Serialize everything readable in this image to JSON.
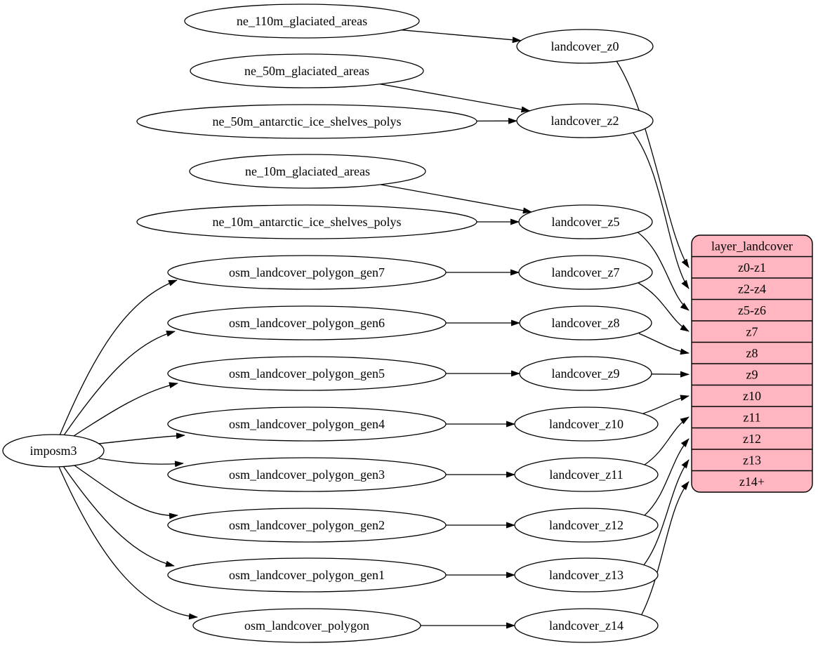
{
  "diagram": {
    "background_color": "#ffffff",
    "node_fill_color": "#ffffff",
    "line_color": "#000000",
    "nodes": [
      {
        "label": "imposm3"
      },
      {
        "label": "ne_110m_glaciated_areas"
      },
      {
        "label": "ne_50m_glaciated_areas"
      },
      {
        "label": "ne_50m_antarctic_ice_shelves_polys"
      },
      {
        "label": "ne_10m_glaciated_areas"
      },
      {
        "label": "ne_10m_antarctic_ice_shelves_polys"
      },
      {
        "label": "osm_landcover_polygon_gen7"
      },
      {
        "label": "osm_landcover_polygon_gen6"
      },
      {
        "label": "osm_landcover_polygon_gen5"
      },
      {
        "label": "osm_landcover_polygon_gen4"
      },
      {
        "label": "osm_landcover_polygon_gen3"
      },
      {
        "label": "osm_landcover_polygon_gen2"
      },
      {
        "label": "osm_landcover_polygon_gen1"
      },
      {
        "label": "osm_landcover_polygon"
      },
      {
        "label": "landcover_z0"
      },
      {
        "label": "landcover_z2"
      },
      {
        "label": "landcover_z5"
      },
      {
        "label": "landcover_z7"
      },
      {
        "label": "landcover_z8"
      },
      {
        "label": "landcover_z9"
      },
      {
        "label": "landcover_z10"
      },
      {
        "label": "landcover_z11"
      },
      {
        "label": "landcover_z12"
      },
      {
        "label": "landcover_z13"
      },
      {
        "label": "landcover_z14"
      }
    ],
    "edges": [
      {
        "from": "ne_110m_glaciated_areas",
        "to": "landcover_z0"
      },
      {
        "from": "ne_50m_glaciated_areas",
        "to": "landcover_z2"
      },
      {
        "from": "ne_50m_antarctic_ice_shelves_polys",
        "to": "landcover_z2"
      },
      {
        "from": "ne_10m_glaciated_areas",
        "to": "landcover_z5"
      },
      {
        "from": "ne_10m_antarctic_ice_shelves_polys",
        "to": "landcover_z5"
      },
      {
        "from": "imposm3",
        "to": "osm_landcover_polygon_gen7"
      },
      {
        "from": "imposm3",
        "to": "osm_landcover_polygon_gen6"
      },
      {
        "from": "imposm3",
        "to": "osm_landcover_polygon_gen5"
      },
      {
        "from": "imposm3",
        "to": "osm_landcover_polygon_gen4"
      },
      {
        "from": "imposm3",
        "to": "osm_landcover_polygon_gen3"
      },
      {
        "from": "imposm3",
        "to": "osm_landcover_polygon_gen2"
      },
      {
        "from": "imposm3",
        "to": "osm_landcover_polygon_gen1"
      },
      {
        "from": "imposm3",
        "to": "osm_landcover_polygon"
      },
      {
        "from": "osm_landcover_polygon_gen7",
        "to": "landcover_z7"
      },
      {
        "from": "osm_landcover_polygon_gen6",
        "to": "landcover_z8"
      },
      {
        "from": "osm_landcover_polygon_gen5",
        "to": "landcover_z9"
      },
      {
        "from": "osm_landcover_polygon_gen4",
        "to": "landcover_z10"
      },
      {
        "from": "osm_landcover_polygon_gen3",
        "to": "landcover_z11"
      },
      {
        "from": "osm_landcover_polygon_gen2",
        "to": "landcover_z12"
      },
      {
        "from": "osm_landcover_polygon_gen1",
        "to": "landcover_z13"
      },
      {
        "from": "osm_landcover_polygon",
        "to": "landcover_z14"
      },
      {
        "from": "landcover_z0",
        "to": "row:z0-z1"
      },
      {
        "from": "landcover_z2",
        "to": "row:z2-z4"
      },
      {
        "from": "landcover_z5",
        "to": "row:z5-z6"
      },
      {
        "from": "landcover_z7",
        "to": "row:z7"
      },
      {
        "from": "landcover_z8",
        "to": "row:z8"
      },
      {
        "from": "landcover_z9",
        "to": "row:z9"
      },
      {
        "from": "landcover_z10",
        "to": "row:z10"
      },
      {
        "from": "landcover_z11",
        "to": "row:z11"
      },
      {
        "from": "landcover_z12",
        "to": "row:z12"
      },
      {
        "from": "landcover_z13",
        "to": "row:z13"
      },
      {
        "from": "landcover_z14",
        "to": "row:z14+"
      }
    ],
    "table": {
      "title": "layer_landcover",
      "fill_color": "#ffb6c1",
      "rows": [
        "z0-z1",
        "z2-z4",
        "z5-z6",
        "z7",
        "z8",
        "z9",
        "z10",
        "z11",
        "z12",
        "z13",
        "z14+"
      ]
    }
  }
}
